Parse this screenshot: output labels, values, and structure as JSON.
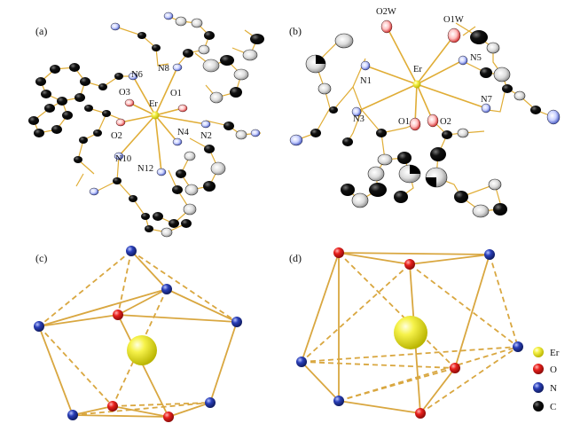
{
  "panels": {
    "a": {
      "label": "(a)",
      "center": "Er",
      "atoms": [
        "N6",
        "N8",
        "O3",
        "O1",
        "O2",
        "N4",
        "N2",
        "N10",
        "N12"
      ]
    },
    "b": {
      "label": "(b)",
      "center": "Er",
      "atoms": [
        "O2W",
        "O1W",
        "N1",
        "N5",
        "N3",
        "N7",
        "O1",
        "O2"
      ]
    },
    "c": {
      "label": "(c)"
    },
    "d": {
      "label": "(d)"
    }
  },
  "legend": [
    {
      "label": "Er",
      "color": "#f2ee3a"
    },
    {
      "label": "O",
      "color": "#e21b1b"
    },
    {
      "label": "N",
      "color": "#2a3fb8"
    },
    {
      "label": "C",
      "color": "#000000"
    }
  ],
  "colors": {
    "bond": "#e0ad36",
    "er": "#f2ee3a",
    "oxygen": "#e21b1b",
    "nitrogen": "#2a3fb8",
    "carbon": "#111111"
  }
}
